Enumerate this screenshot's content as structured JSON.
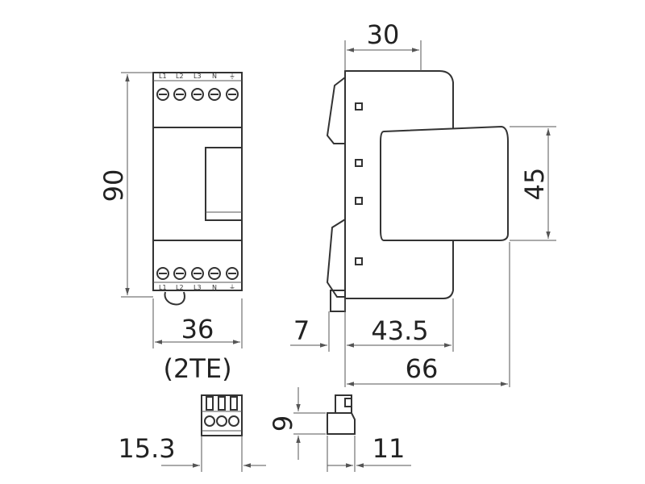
{
  "front_view": {
    "terminal_labels": [
      "L1",
      "L2",
      "L3",
      "N",
      "⏚"
    ],
    "height_dim": "90",
    "width_dim": "36",
    "width_note": "(2TE)"
  },
  "side_view": {
    "top_dim": "30",
    "right_dim": "45",
    "dim_7": "7",
    "dim_43_5": "43.5",
    "dim_66": "66"
  },
  "connector_view": {
    "width_dim": "15.3"
  },
  "plug_side_view": {
    "height_dim": "9",
    "width_dim": "11"
  }
}
